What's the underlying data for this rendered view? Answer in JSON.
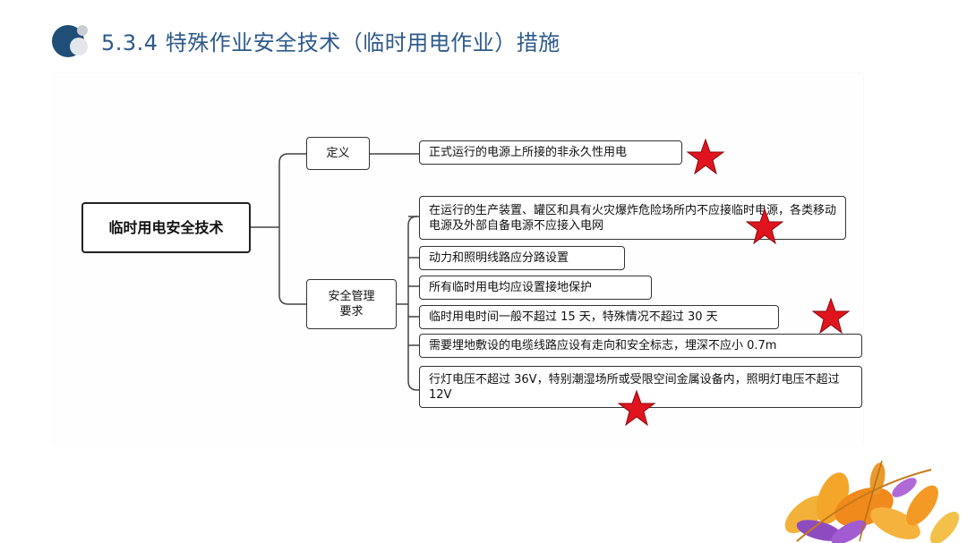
{
  "header": {
    "title": "5.3.4  特殊作业安全技术（临时用电作业）措施"
  },
  "diagram": {
    "root": "临时用电安全技术",
    "branches": [
      {
        "label": "定义",
        "items": [
          "正式运行的电源上所接的非永久性用电"
        ]
      },
      {
        "label": "安全管理要求",
        "items": [
          "在运行的生产装置、罐区和具有火灾爆炸危险场所内不应接临时电源，各类移动电源及外部自备电源不应接入电网",
          "动力和照明线路应分路设置",
          "所有临时用电均应设置接地保护",
          "临时用电时间一般不超过 15 天，特殊情况不超过 30 天",
          "需要埋地敷设的电缆线路应设有走向和安全标志，埋深不应小 0.7m",
          "行灯电压不超过 36V，特别潮湿场所或受限空间金属设备内，照明灯电压不超过 12V"
        ]
      }
    ]
  },
  "colors": {
    "title": "#2e5a8c",
    "star": "#e0141e",
    "logo_dark": "#1f4e79"
  }
}
